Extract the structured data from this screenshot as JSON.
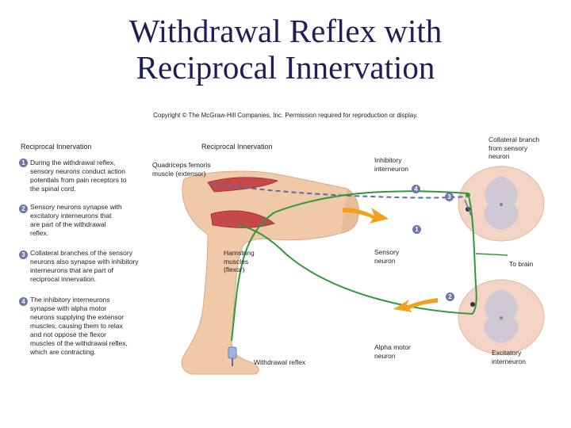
{
  "title": {
    "line1": "Withdrawal Reflex with",
    "line2": "Reciprocal Innervation"
  },
  "copyright": "Copyright © The McGraw-Hill Companies, Inc. Permission required for reproduction or display.",
  "left_panel": {
    "heading": "Reciprocal Innervation",
    "steps": [
      {
        "num": "1",
        "lines": [
          "During the withdrawal reflex,",
          "sensory neurons conduct action",
          "potentials from pain receptors to",
          "the spinal cord."
        ]
      },
      {
        "num": "2",
        "lines": [
          "Sensory neurons synapse with",
          "excitatory interneurons that",
          "are part of  the withdrawal",
          "reflex."
        ]
      },
      {
        "num": "3",
        "lines": [
          "Collateral branches of  the sensory",
          "neurons also synapse with inhibitory",
          "interneurons that are part of",
          "reciprocal innervation."
        ]
      },
      {
        "num": "4",
        "lines": [
          "The inhibitory interneurons",
          "synapse with alpha motor",
          "neurons supplying the extensor",
          "muscles, causing them to relax",
          "and not oppose the flexor",
          "muscles of  the withdrawal reflex,",
          "which are contracting."
        ]
      }
    ]
  },
  "diagram": {
    "heading": "Reciprocal Innervation",
    "labels": {
      "quadriceps": [
        "Quadriceps femoris",
        "muscle (extensor)"
      ],
      "inhibitory": [
        "Inhibitory",
        "interneuron"
      ],
      "collateral": [
        "Collateral branch",
        "from sensory",
        "neuron"
      ],
      "hamstring": [
        "Hamstring",
        "muscles",
        "(flexor)"
      ],
      "sensory": [
        "Sensory",
        "neuron"
      ],
      "to_brain": "To brain",
      "alpha_motor": [
        "Alpha motor",
        "neuron"
      ],
      "excitatory": [
        "Excitatory",
        "interneuron"
      ],
      "withdrawal": "Withdrawal reflex"
    },
    "badges": {
      "b4": "4",
      "b3": "3",
      "b1": "1",
      "b2": "2"
    }
  },
  "colors": {
    "title": "#1f1f55",
    "sensory_nerve": "#2e9a3c",
    "inhibitory_nerve": "#5c6ba8",
    "arrow": "#f2a01e",
    "badge": "#6b77a8",
    "spinal_cord": "#f4d4c4",
    "muscle": "#c6484a",
    "skin": "#f0c9a8"
  }
}
